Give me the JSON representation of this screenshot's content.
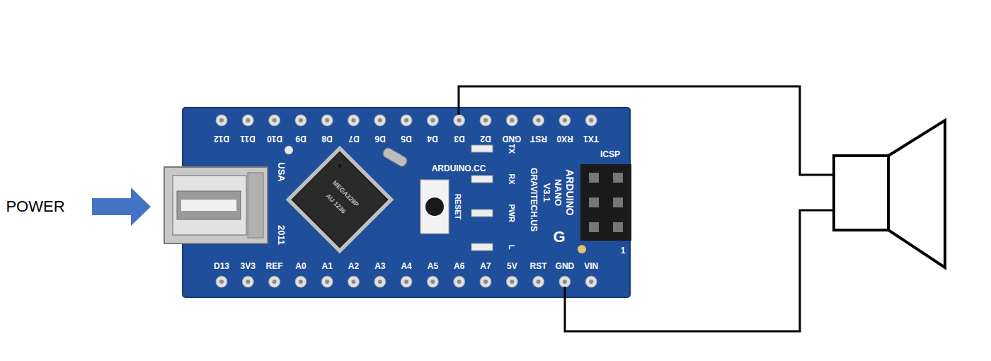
{
  "diagram": {
    "labels": [
      "POWER",
      "D12",
      "D11",
      "D10",
      "D9",
      "D8",
      "D7",
      "D6",
      "D5",
      "D4",
      "D3",
      "D2",
      "GND",
      "RST",
      "RX0",
      "TX1",
      "D13",
      "3V3",
      "REF",
      "A0",
      "A1",
      "A2",
      "A3",
      "A4",
      "A5",
      "A6",
      "A7",
      "5V",
      "RST",
      "GND",
      "VIN",
      "USA",
      "2011",
      "ARDUINO.CC",
      "RESET",
      "TX",
      "RX",
      "PWR",
      "L",
      "ARDUINO",
      "NANO",
      "V3.1",
      "GRAVITECH.US",
      "ICSP",
      "1",
      "G",
      "MEGA328P",
      "AU 1236"
    ]
  }
}
